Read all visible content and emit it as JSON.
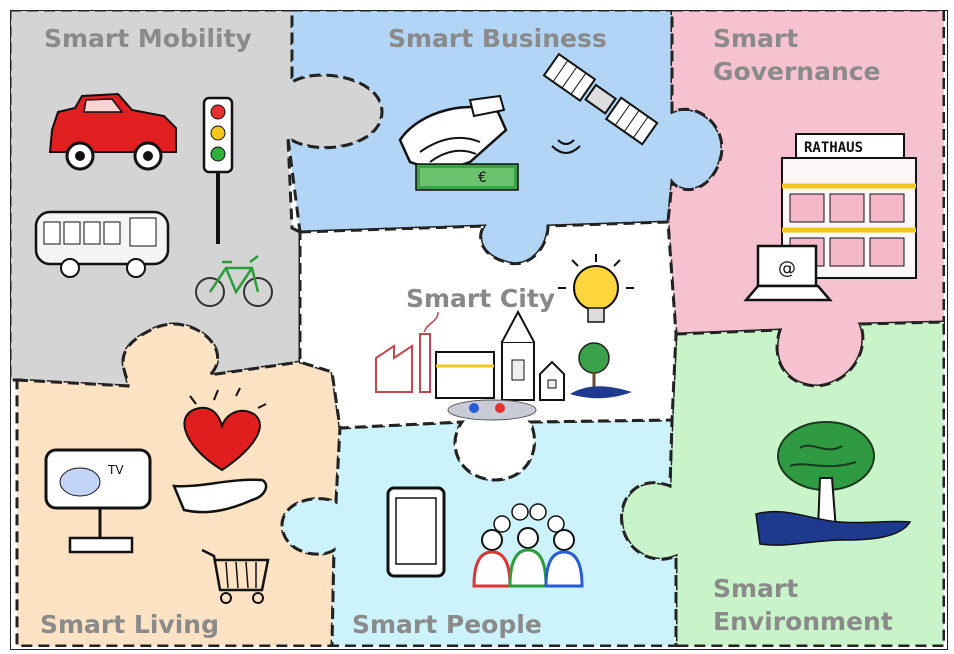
{
  "puzzle": {
    "pieces": [
      {
        "id": "mobility",
        "label": "Smart Mobility",
        "color": "#d4d4d4",
        "icons": [
          "car-icon",
          "traffic-light-icon",
          "bus-icon",
          "bicycle-icon"
        ]
      },
      {
        "id": "business",
        "label": "Smart Business",
        "color": "#b2d5f5",
        "icons": [
          "handshake-icon",
          "money-icon",
          "satellite-icon"
        ]
      },
      {
        "id": "governance",
        "label": "Smart Governance",
        "color": "#f6c2cf",
        "icons": [
          "town-hall-icon",
          "laptop-icon"
        ]
      },
      {
        "id": "city",
        "label": "Smart City",
        "color": "#ffffff",
        "icons": [
          "lightbulb-icon",
          "factory-icon",
          "church-icon",
          "houses-icon",
          "tree-river-icon"
        ]
      },
      {
        "id": "living",
        "label": "Smart Living",
        "color": "#fde2c4",
        "icons": [
          "tv-icon",
          "heart-in-hand-icon",
          "shopping-cart-icon"
        ]
      },
      {
        "id": "people",
        "label": "Smart People",
        "color": "#ccf2fb",
        "icons": [
          "tablet-icon",
          "people-group-icon"
        ]
      },
      {
        "id": "environment",
        "label": "Smart Environment",
        "color": "#c9f3c8",
        "icons": [
          "tree-icon",
          "river-icon"
        ]
      }
    ],
    "hall_sign": "RATHAUS",
    "tv_text": "TV",
    "laptop_symbol": "@",
    "money_symbol": "€"
  }
}
